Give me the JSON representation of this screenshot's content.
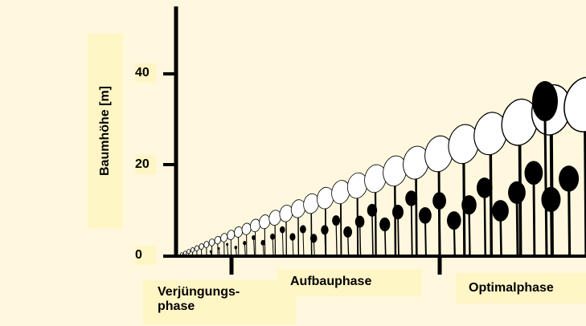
{
  "figure": {
    "y_axis_title": "Baumhöhe [m]",
    "y_ticks": [
      "40",
      "20",
      "0"
    ],
    "phases": [
      "Verjüngungs-\nphase",
      "Aufbauphase",
      "Optimalphase"
    ],
    "colors": {
      "background": "#FFF8DE",
      "label_box": "#FFF5C5",
      "ink": "#000000",
      "crown_fill": "#FFFFFF"
    }
  }
}
